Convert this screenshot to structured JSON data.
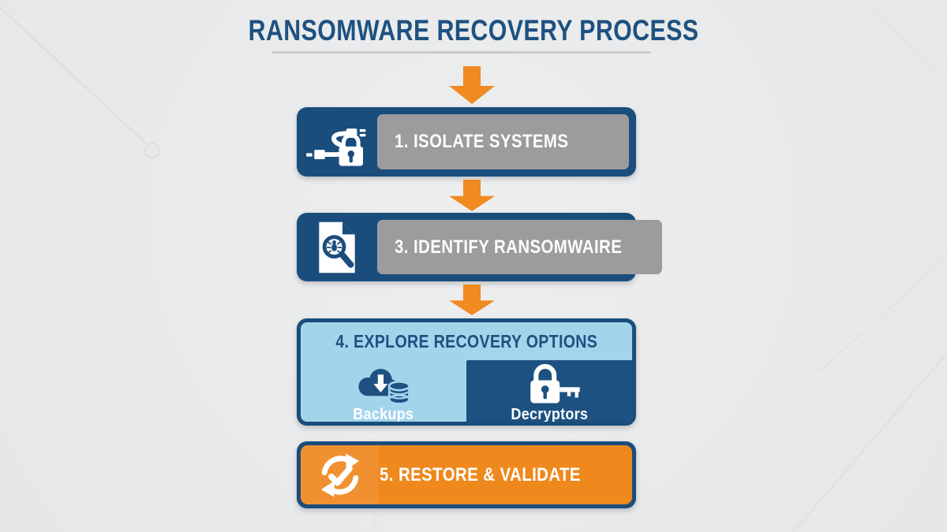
{
  "title": "RANSOMWARE RECOVERY PROCESS",
  "colors": {
    "navy": "#1a4d7c",
    "navy_panel": "#1d5181",
    "gray_panel": "#9c9c9e",
    "orange": "#f0891f",
    "light_blue": "#a2d4eb",
    "background": "#e9eaea",
    "text_white": "#ffffff"
  },
  "steps": [
    {
      "label": "1. ISOLATE SYSTEMS",
      "icon": "unplugged-cable-lock-icon"
    },
    {
      "label": "3. IDENTIFY RANSOMWAIRE",
      "icon": "scan-document-bug-icon"
    },
    {
      "label": "4. EXPLORE RECOVERY OPTIONS",
      "options": [
        {
          "label": "Backups",
          "icon": "cloud-backup-database-icon"
        },
        {
          "label": "Decryptors",
          "icon": "lock-key-icon"
        }
      ]
    },
    {
      "label": "5. RESTORE & VALIDATE",
      "icon": "sync-check-icon"
    }
  ]
}
